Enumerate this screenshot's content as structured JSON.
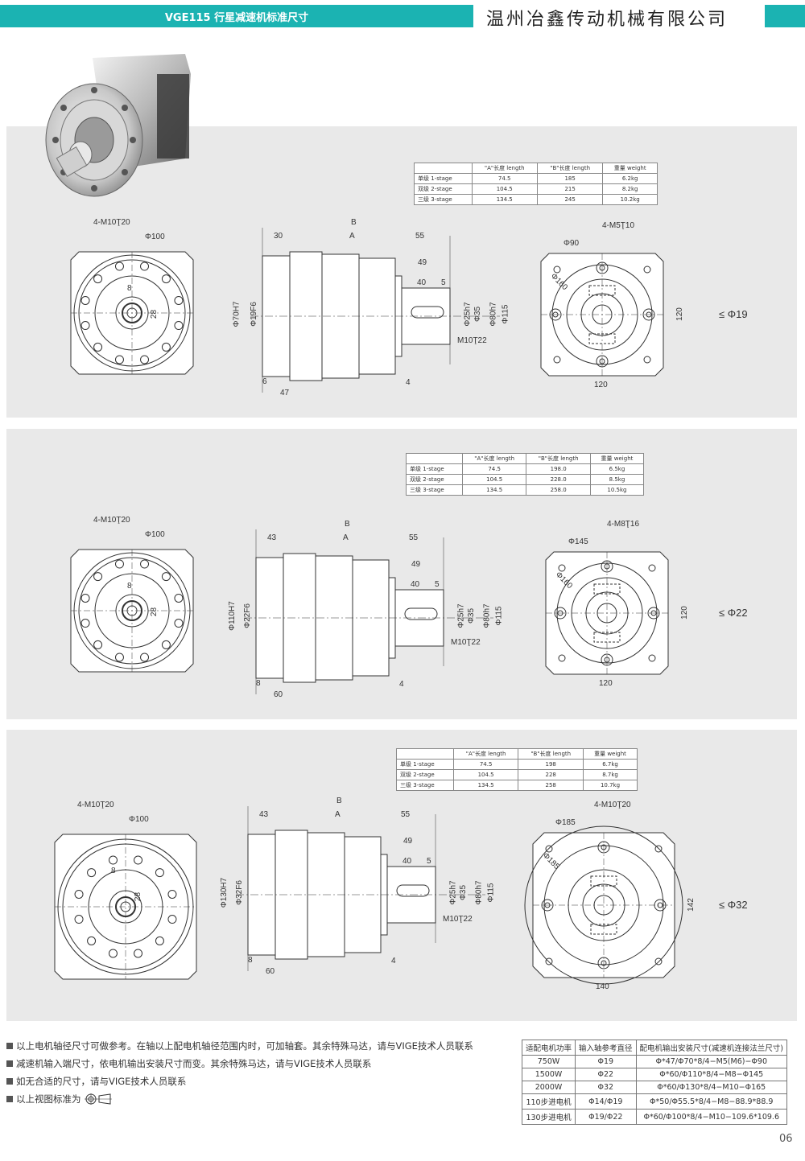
{
  "header": {
    "title": "VGE115 行星减速机标准尺寸",
    "company": "温州冶鑫传动机械有限公司"
  },
  "tables": [
    {
      "headers": [
        "",
        "\"A\"长度 length",
        "\"B\"长度 length",
        "重量 weight"
      ],
      "rows": [
        [
          "单级 1-stage",
          "74.5",
          "185",
          "6.2kg"
        ],
        [
          "双级 2-stage",
          "104.5",
          "215",
          "8.2kg"
        ],
        [
          "三级 3-stage",
          "134.5",
          "245",
          "10.2kg"
        ]
      ]
    },
    {
      "headers": [
        "",
        "\"A\"长度 length",
        "\"B\"长度 length",
        "重量 weight"
      ],
      "rows": [
        [
          "单级 1-stage",
          "74.5",
          "198.0",
          "6.5kg"
        ],
        [
          "双级 2-stage",
          "104.5",
          "228.0",
          "8.5kg"
        ],
        [
          "三级 3-stage",
          "134.5",
          "258.0",
          "10.5kg"
        ]
      ]
    },
    {
      "headers": [
        "",
        "\"A\"长度 length",
        "\"B\"长度 length",
        "重量 weight"
      ],
      "rows": [
        [
          "单级 1-stage",
          "74.5",
          "198",
          "6.7kg"
        ],
        [
          "双级 2-stage",
          "104.5",
          "228",
          "8.7kg"
        ],
        [
          "三级 3-stage",
          "134.5",
          "258",
          "10.7kg"
        ]
      ]
    }
  ],
  "drawings": [
    {
      "front": {
        "holes": "4-M10Ţ20",
        "pcd": "Φ100",
        "key": "8",
        "shaft_h": "28"
      },
      "side": {
        "b": "B",
        "a": "A",
        "d30": "30",
        "d55": "55",
        "d49": "49",
        "d40": "40",
        "d5": "5",
        "phi_flange": "Φ70H7",
        "phi_in": "Φ19F6",
        "phi25": "Φ25h7",
        "phi35": "Φ35",
        "phi80": "Φ80h7",
        "phi115": "Φ115",
        "thread": "M10Ţ22",
        "d6": "6",
        "d47": "47",
        "d4": "4"
      },
      "rear": {
        "holes": "4-M5Ţ10",
        "pcd": "Φ90",
        "inner": "Φ160",
        "width": "120",
        "height": "120"
      },
      "shaft": "≤ Φ19"
    },
    {
      "front": {
        "holes": "4-M10Ţ20",
        "pcd": "Φ100",
        "key": "8",
        "shaft_h": "28"
      },
      "side": {
        "b": "B",
        "a": "A",
        "d30": "43",
        "d55": "55",
        "d49": "49",
        "d40": "40",
        "d5": "5",
        "phi_flange": "Φ110H7",
        "phi_in": "Φ22F6",
        "phi25": "Φ25h7",
        "phi35": "Φ35",
        "phi80": "Φ80h7",
        "phi115": "Φ115",
        "thread": "M10Ţ22",
        "d6": "8",
        "d47": "60",
        "d4": "4"
      },
      "rear": {
        "holes": "4-M8Ţ16",
        "pcd": "Φ145",
        "inner": "Φ160",
        "width": "120",
        "height": "120"
      },
      "shaft": "≤ Φ22"
    },
    {
      "front": {
        "holes": "4-M10Ţ20",
        "pcd": "Φ100",
        "key": "8",
        "shaft_h": "28"
      },
      "side": {
        "b": "B",
        "a": "A",
        "d30": "43",
        "d55": "55",
        "d49": "49",
        "d40": "40",
        "d5": "5",
        "phi_flange": "Φ130H7",
        "phi_in": "Φ32F6",
        "phi25": "Φ25h7",
        "phi35": "Φ35",
        "phi80": "Φ80h7",
        "phi115": "Φ115",
        "thread": "M10Ţ22",
        "d6": "8",
        "d47": "60",
        "d4": "4"
      },
      "rear": {
        "holes": "4-M10Ţ20",
        "pcd": "Φ185",
        "inner": "Φ185",
        "width": "140",
        "height": "142"
      },
      "shaft": "≤ Φ32"
    }
  ],
  "notes": [
    "以上电机轴径尺寸可做参考。在轴以上配电机轴径范围内时，可加轴套。其余特殊马达，请与VIGE技术人员联系",
    "减速机输入端尺寸，依电机输出安装尺寸而变。其余特殊马达，请与VIGE技术人员联系",
    "如无合适的尺寸，请与VIGE技术人员联系",
    "以上视图标准为"
  ],
  "motor_table": {
    "headers": [
      "适配电机功率",
      "输入轴参考直径",
      "配电机输出安装尺寸(减速机连接法兰尺寸)"
    ],
    "rows": [
      [
        "750W",
        "Φ19",
        "Φ*47/Φ70*8/4−M5(M6)−Φ90"
      ],
      [
        "1500W",
        "Φ22",
        "Φ*60/Φ110*8/4−M8−Φ145"
      ],
      [
        "2000W",
        "Φ32",
        "Φ*60/Φ130*8/4−M10−Φ165"
      ],
      [
        "110步进电机",
        "Φ14/Φ19",
        "Φ*50/Φ55.5*8/4−M8−88.9*88.9"
      ],
      [
        "130步进电机",
        "Φ19/Φ22",
        "Φ*60/Φ100*8/4−M10−109.6*109.6"
      ]
    ]
  },
  "page_number": "06"
}
